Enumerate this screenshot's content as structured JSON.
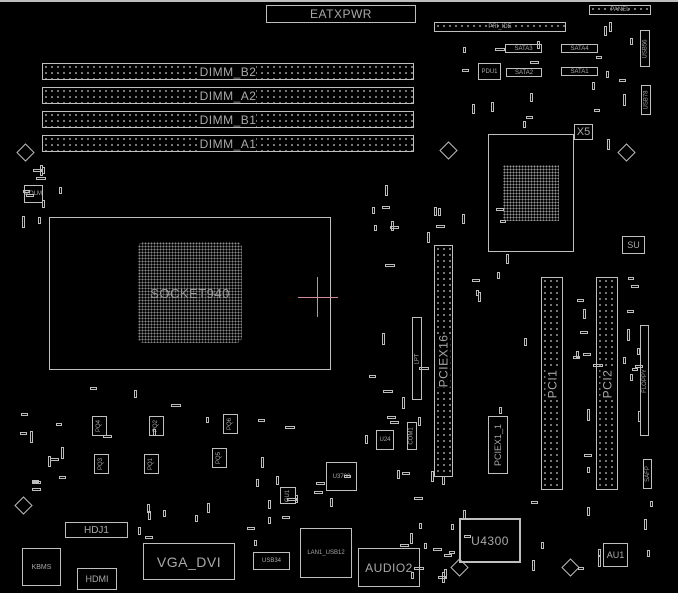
{
  "board": {
    "title": "Boardview",
    "components": {
      "eatxpwr": "EATXPWR",
      "panel": "PANEL",
      "pri_ide": "PRI_IDE",
      "sata3": "SATA3",
      "sata4": "SATA4",
      "sata2": "SATA2",
      "sata1": "SATA1",
      "pdu1": "PDU1",
      "x5": "X5",
      "dimm_b2": "DIMM_B2",
      "dimm_a2": "DIMM_A2",
      "dimm_b1": "DIMM_B1",
      "dimm_a1": "DIMM_A1",
      "socket": "SOCKET940",
      "su": "SU",
      "usb56": "USB56",
      "usb78": "USB78",
      "polm": "POLM",
      "pciex16": "PCIEX16",
      "pci1": "PCI1",
      "pci2": "PCI2",
      "floppy": "FLOPPY",
      "lpt": "LPT",
      "com1": "COM1",
      "u24": "U24",
      "pciex1_1": "PCIEX1_1",
      "u3700": "U3700",
      "u4300": "U4300",
      "au1": "AU1",
      "safp": "SAFP",
      "gu1": "GU1",
      "audio2": "AUDIO2",
      "lan1_usb12": "LAN1_USB12",
      "usb34": "USB34",
      "vga_dvi": "VGA_DVI",
      "hdmi": "HDMI",
      "kbms": "KBMS",
      "hdj1": "HDJ1",
      "pq1": "PQ1",
      "pq2": "PQ2",
      "pq3": "PQ3",
      "pq4": "PQ4",
      "pq5": "PQ5",
      "pq6": "PQ6"
    },
    "colors": {
      "background": "#000000",
      "outline": "#bfbfbf",
      "cursor": "#d48a96"
    }
  }
}
